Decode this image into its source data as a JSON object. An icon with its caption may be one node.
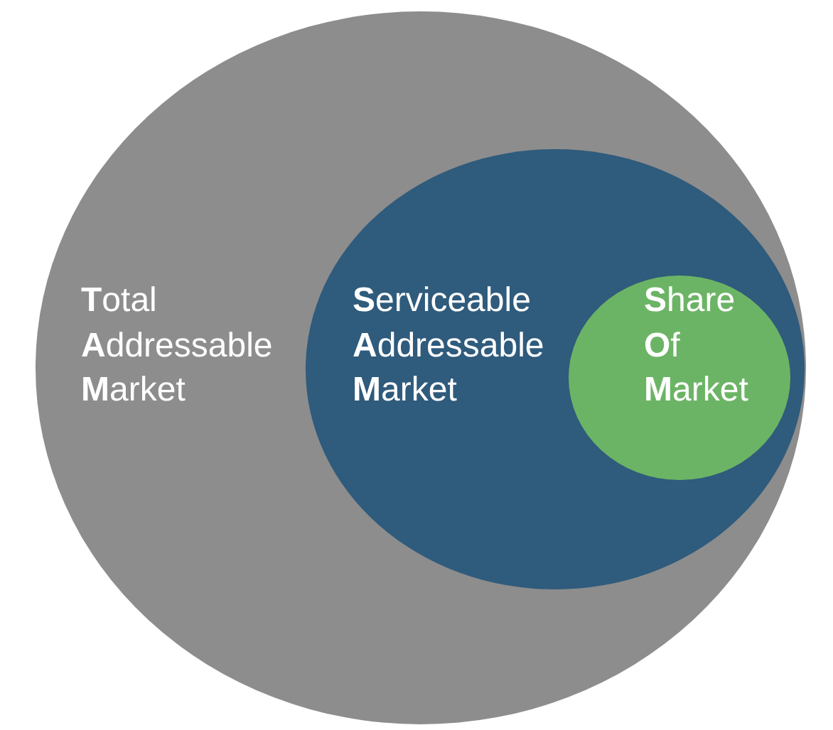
{
  "diagram": {
    "nodes": [
      {
        "text": [
          "**T**otal **A**ddressable **M**arket"
        ]
      },
      {
        "text": [
          "**S**erviceable **A**ddressable **M**arket"
        ],
        "in": 0
      },
      {
        "text": [
          "**S**hare **O**f **M**arket"
        ],
        "in": 1
      }
    ]
  }
}
